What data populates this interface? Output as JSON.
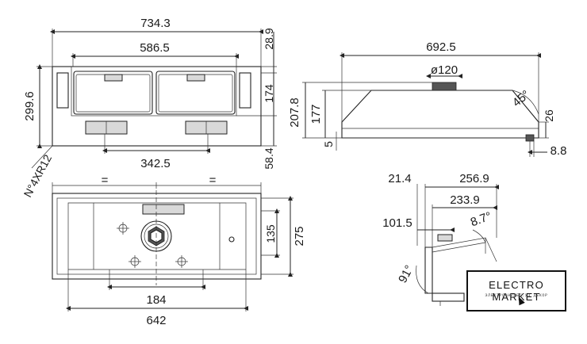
{
  "front_view": {
    "width": "734.3",
    "inner_width": "586.5",
    "top_offset": "28.9",
    "height": "299.6",
    "filter_height": "174",
    "bottom_offset": "58.4",
    "light_spacing": "342.5"
  },
  "side_view": {
    "width": "692.5",
    "duct": "ø120",
    "angle": "45°",
    "total_height": "207.8",
    "body_height": "177",
    "right_height": "26",
    "bottom_gap": "5",
    "foot": "8.8"
  },
  "bottom_view": {
    "screws": "N°4XR12",
    "equal_mark": "=",
    "hole_spacing": "184",
    "depth_135": "135",
    "depth": "275",
    "width": "642"
  },
  "detail_view": {
    "offset": "21.4",
    "width": "256.9",
    "inner_width": "233.9",
    "height": "101.5",
    "tilt": "8.7°",
    "bend": "91°"
  },
  "brand": {
    "name": "ELECTRO MARKET",
    "tagline": "ЭЛЕКТРОМАРКЕТ.УЗ ДЕКОР"
  }
}
